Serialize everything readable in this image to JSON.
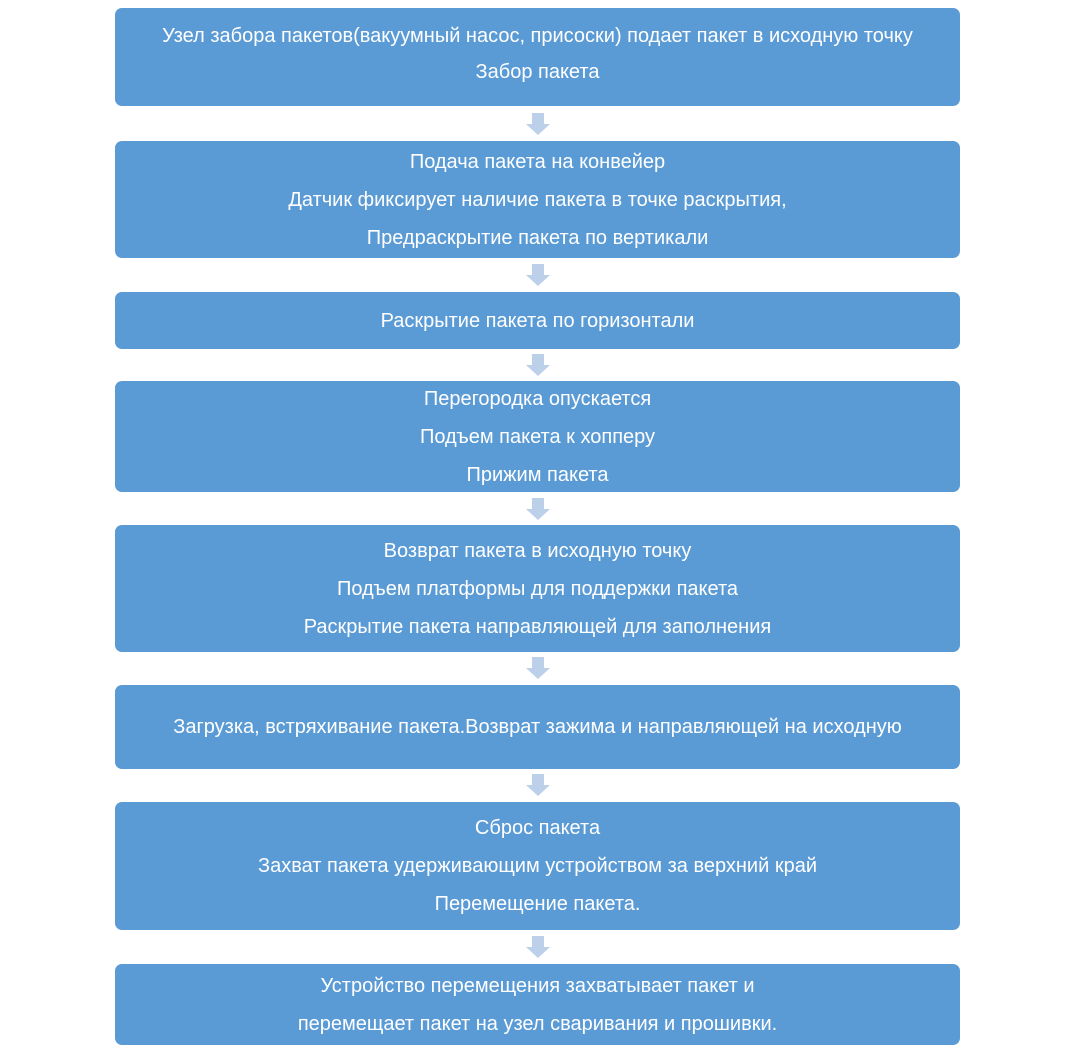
{
  "diagram": {
    "steps": [
      {
        "lines": [
          "Узел забора пакетов(вакуумный насос, присоски) подает пакет в исходную точку",
          "Забор пакета"
        ]
      },
      {
        "lines": [
          "Подача пакета на конвейер",
          "Датчик фиксирует наличие пакета в точке раскрытия,",
          "Предраскрытие пакета по вертикали"
        ]
      },
      {
        "lines": [
          "Раскрытие пакета по горизонтали"
        ]
      },
      {
        "lines": [
          "Перегородка опускается",
          "Подъем пакета к хопперу",
          "Прижим пакета"
        ]
      },
      {
        "lines": [
          "Возврат пакета в исходную точку",
          "Подъем платформы для поддержки пакета",
          "Раскрытие пакета направляющей для заполнения"
        ]
      },
      {
        "lines": [
          "Загрузка, встряхивание пакета.Возврат зажима и направляющей на исходную"
        ]
      },
      {
        "lines": [
          "Сброс пакета",
          "Захват пакета удерживающим устройством за верхний край",
          "Перемещение пакета."
        ]
      },
      {
        "lines": [
          "Устройство перемещения захватывает пакет и",
          "перемещает пакет на узел сваривания и прошивки."
        ]
      }
    ]
  },
  "colors": {
    "box_fill": "#5b9bd5",
    "box_text": "#ffffff",
    "arrow_fill": "#bdd0ea",
    "background": "#ffffff"
  }
}
